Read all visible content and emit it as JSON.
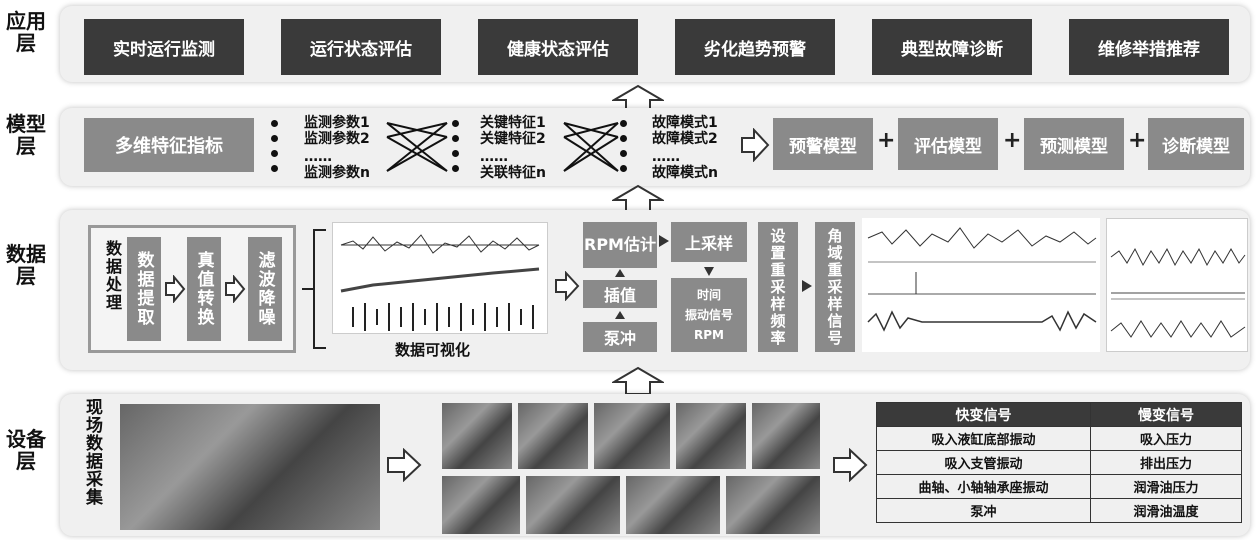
{
  "layers": {
    "app": "应用层",
    "model": "模型层",
    "data": "数据层",
    "device": "设备层"
  },
  "app_buttons": [
    "实时运行监测",
    "运行状态评估",
    "健康状态评估",
    "劣化趋势预警",
    "典型故障诊断",
    "维修举措推荐"
  ],
  "model": {
    "feature_index": "多维特征指标",
    "monitor_params": [
      "监测参数1",
      "监测参数2",
      "……",
      "监测参数n"
    ],
    "key_features": [
      "关键特征1",
      "关键特征2",
      "……",
      "关联特征n"
    ],
    "fault_modes": [
      "故障模式1",
      "故障模式2",
      "……",
      "故障模式n"
    ],
    "models": [
      "预警模型",
      "评估模型",
      "预测模型",
      "诊断模型"
    ],
    "plus": "+"
  },
  "data": {
    "processing": "数据处理",
    "steps": [
      "数据提取",
      "真值转换",
      "滤波降噪"
    ],
    "visualization": "数据可视化",
    "rpm_est": "RPM估计",
    "interp": "插值",
    "pump": "泵冲",
    "upsample": "上采样",
    "time_vib": [
      "时间",
      "振动信号",
      "RPM"
    ],
    "resample_freq": "设置重采样频率",
    "angular_resample": "角域重采样信号"
  },
  "device": {
    "field_collect": "现场数据采集",
    "table_headers": [
      "快变信号",
      "慢变信号"
    ],
    "table_rows": [
      [
        "吸入液缸底部振动",
        "吸入压力"
      ],
      [
        "吸入支管振动",
        "排出压力"
      ],
      [
        "曲轴、小轴轴承座振动",
        "润滑油压力"
      ],
      [
        "泵冲",
        "润滑油温度"
      ]
    ]
  },
  "colors": {
    "dark": "#3a3a3a",
    "gray": "#8a8a8a",
    "panel": "#f0f0f0"
  },
  "icons": [
    "right-arrow-icon",
    "up-arrow-icon",
    "down-arrow-icon"
  ]
}
